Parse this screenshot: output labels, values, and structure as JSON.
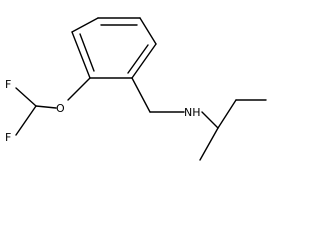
{
  "molecule": {
    "atoms": {
      "F1": "F",
      "F2": "F",
      "O": "O",
      "NH": "NH"
    }
  },
  "colors": {
    "ink": "#000000",
    "background": "#ffffff"
  }
}
